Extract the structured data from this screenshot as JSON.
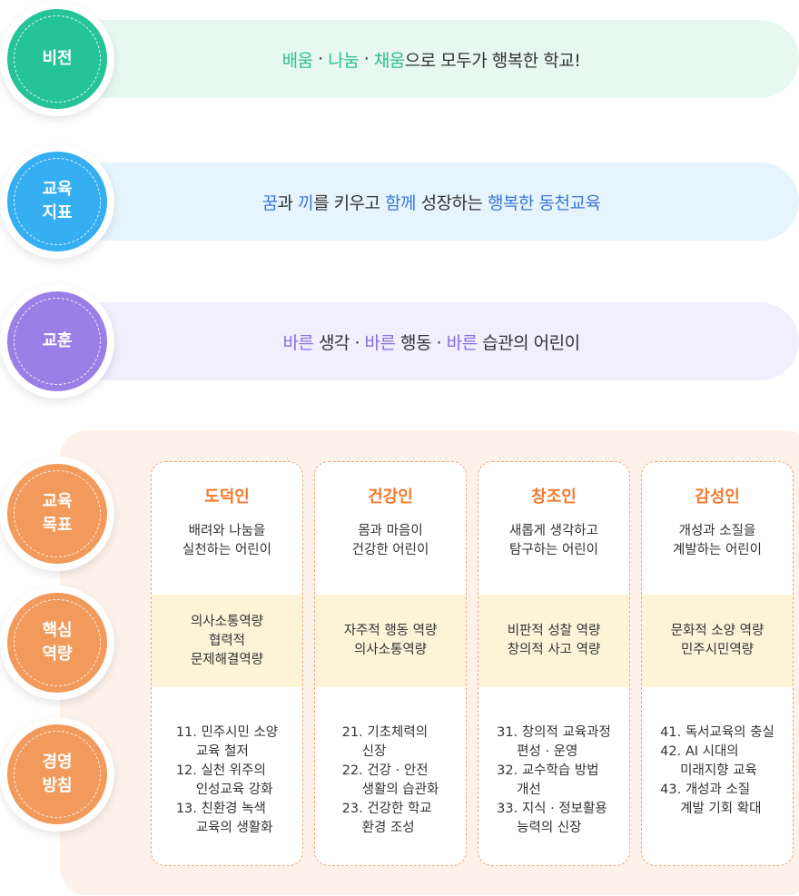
{
  "vision": {
    "badge": "비전",
    "segments": [
      {
        "text": "배움",
        "hl": "green"
      },
      {
        "text": " · ",
        "hl": ""
      },
      {
        "text": "나눔",
        "hl": "green"
      },
      {
        "text": " · ",
        "hl": ""
      },
      {
        "text": "채움",
        "hl": "green"
      },
      {
        "text": "으로 모두가 행복한 학교!",
        "hl": ""
      }
    ],
    "bar_color": "#e7f8f1",
    "badge_color": "#25c497"
  },
  "edu_goal": {
    "badge": "교육\n지표",
    "segments": [
      {
        "text": "꿈",
        "hl": "blue"
      },
      {
        "text": "과 ",
        "hl": ""
      },
      {
        "text": "끼",
        "hl": "blue"
      },
      {
        "text": "를 키우고 ",
        "hl": ""
      },
      {
        "text": "함께",
        "hl": "blue"
      },
      {
        "text": " 성장하는 ",
        "hl": ""
      },
      {
        "text": "행복한 동천교육",
        "hl": "blue"
      }
    ],
    "bar_color": "#e6f4fd",
    "badge_color": "#35aef2"
  },
  "motto": {
    "badge": "교훈",
    "segments": [
      {
        "text": "바른",
        "hl": "purple"
      },
      {
        "text": " 생각 · ",
        "hl": ""
      },
      {
        "text": "바른",
        "hl": "purple"
      },
      {
        "text": " 행동 · ",
        "hl": ""
      },
      {
        "text": "바른",
        "hl": "purple"
      },
      {
        "text": " 습관의 어린이",
        "hl": ""
      }
    ],
    "bar_color": "#f1effd",
    "badge_color": "#9a7fe6"
  },
  "side_badges": {
    "goal": "교육\n목표",
    "competency": "핵심\n역량",
    "policy": "경영\n방침"
  },
  "columns": [
    {
      "title": "도덕인",
      "desc": [
        "배려와 나눔을",
        "실천하는 어린이"
      ],
      "competencies": [
        "의사소통역량",
        "협력적",
        "문제해결역량"
      ],
      "policies": [
        [
          "11. 민주시민 소양",
          "교육 철저"
        ],
        [
          "12. 실천 위주의",
          "인성교육 강화"
        ],
        [
          "13. 친환경 녹색",
          "교육의 생활화"
        ]
      ]
    },
    {
      "title": "건강인",
      "desc": [
        "몸과 마음이",
        "건강한 어린이"
      ],
      "competencies": [
        "자주적 행동 역량",
        "의사소통역량"
      ],
      "policies": [
        [
          "21. 기초체력의",
          "신장"
        ],
        [
          "22. 건강 · 안전",
          "생활의 습관화"
        ],
        [
          "23. 건강한 학교",
          "환경 조성"
        ]
      ]
    },
    {
      "title": "창조인",
      "desc": [
        "새롭게 생각하고",
        "탐구하는 어린이"
      ],
      "competencies": [
        "비판적 성찰 역량",
        "창의적 사고 역량"
      ],
      "policies": [
        [
          "31. 창의적 교육과정",
          "편성 · 운영"
        ],
        [
          "32. 교수학습 방법",
          "개선"
        ],
        [
          "33. 지식 · 정보활용",
          "능력의 신장"
        ]
      ]
    },
    {
      "title": "감성인",
      "desc": [
        "개성과 소질을",
        "계발하는 어린이"
      ],
      "competencies": [
        "문화적 소양 역량",
        "민주시민역량"
      ],
      "policies": [
        [
          "41. 독서교육의 충실"
        ],
        [
          "42. AI 시대의",
          "미래지향 교육"
        ],
        [
          "43. 개성과 소질",
          "계발 기회 확대"
        ]
      ]
    }
  ],
  "colors": {
    "accent_orange": "#f27a2c",
    "side_badge": "#f29a5c",
    "panel_bg": "#fdf1ea",
    "band_bg": "#fdf4d8"
  }
}
